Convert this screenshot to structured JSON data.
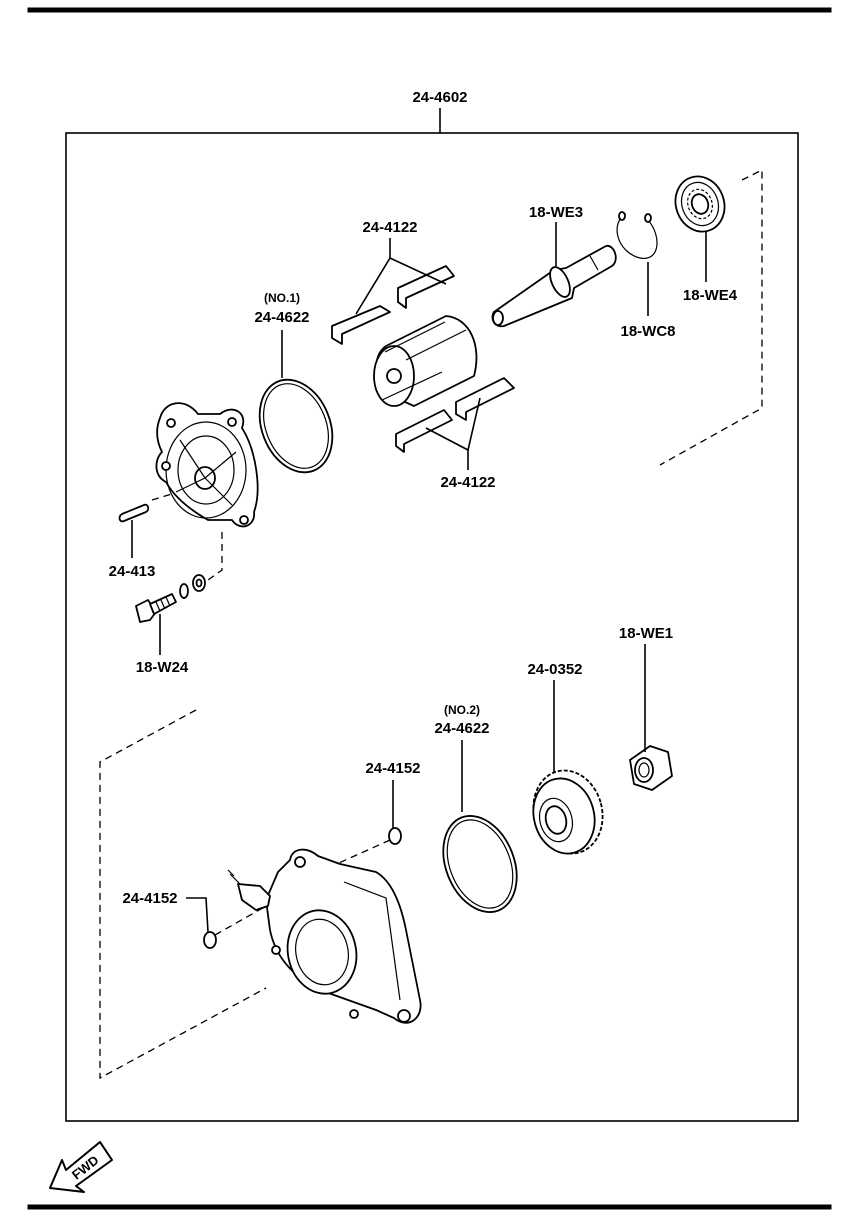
{
  "assembly": {
    "label": "24-4602"
  },
  "callouts": {
    "vane_upper": "24-4122",
    "vane_lower": "24-4122",
    "shaft": "18-WE3",
    "bearing": "18-WE4",
    "snap_ring": "18-WC8",
    "oring_no1_tag": "(NO.1)",
    "oring_no1": "24-4622",
    "pin": "24-413",
    "bolt": "18-W24",
    "nut": "18-WE1",
    "gear": "24-0352",
    "oring_no2_tag": "(NO.2)",
    "oring_no2": "24-4622",
    "small_oring_right": "24-4152",
    "small_oring_left": "24-4152"
  },
  "fwd_arrow": {
    "label": "FWD"
  },
  "icons": [
    "fwd-arrow-icon"
  ]
}
